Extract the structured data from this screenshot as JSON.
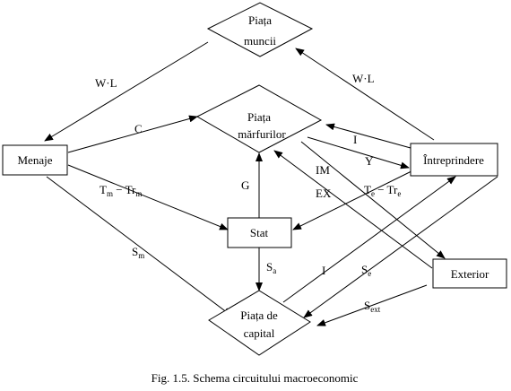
{
  "nodes": {
    "piata_muncii": [
      "Piața",
      "muncii"
    ],
    "piata_marfurilor": [
      "Piața",
      "mărfurilor"
    ],
    "menaje": "Menaje",
    "intreprindere": "Întreprindere",
    "stat": "Stat",
    "exterior": "Exterior",
    "piata_capital": [
      "Piața de",
      "capital"
    ]
  },
  "labels": {
    "wl_left": "W·L",
    "wl_right": "W·L",
    "c": "C",
    "i_top": "I",
    "y": "Y",
    "im": "IM",
    "ex": "EX",
    "g": "G",
    "tm": {
      "a": "T",
      "a_sub": "m",
      "mid": " − Tr",
      "b_sub": "m"
    },
    "te": {
      "a": "T",
      "a_sub": "e",
      "mid": " − Tr",
      "b_sub": "e"
    },
    "sm": {
      "a": "S",
      "a_sub": "m"
    },
    "sa": {
      "a": "S",
      "a_sub": "a"
    },
    "i_bottom": "I",
    "se": {
      "a": "S",
      "a_sub": "e"
    },
    "sext": {
      "a": "S",
      "a_sub": "ext"
    }
  },
  "caption": "Fig. 1.5. Schema circuitului macroeconomic"
}
